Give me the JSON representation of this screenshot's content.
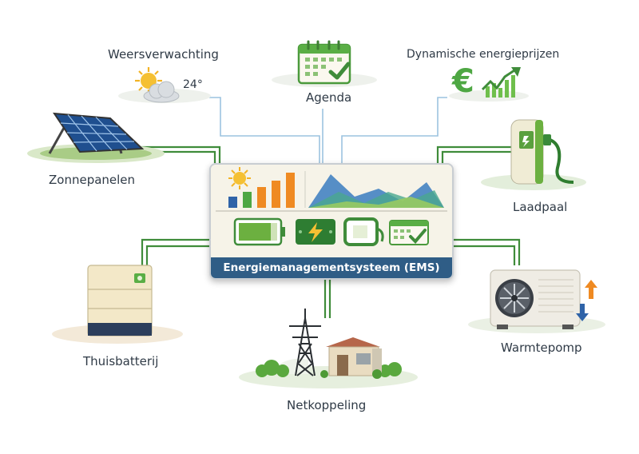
{
  "labels": {
    "weather": "Weersverwachting",
    "temperature": "24°",
    "agenda": "Agenda",
    "prices": "Dynamische energieprijzen",
    "solar": "Zonnepanelen",
    "charger": "Laadpaal",
    "battery": "Thuisbatterij",
    "heatpump": "Warmtepomp",
    "grid": "Netkoppeling",
    "euro": "€"
  },
  "ems": {
    "title": "Energiemanagementsysteem (EMS)"
  },
  "colors": {
    "line_green": "#3f8c3a",
    "line_blue": "#9cc3df",
    "ems_bar": "#2f5d86",
    "bar_orange": "#ef8a22",
    "bar_blue": "#2f63a8",
    "bar_green": "#4ea743",
    "battery_navy": "#2c3e5c"
  },
  "icons": [
    "sun-icon",
    "cloud-icon",
    "calendar-check-icon",
    "euro-icon",
    "solar-panel-icon",
    "ev-charger-icon",
    "home-battery-icon",
    "heat-pump-icon",
    "power-pylon-icon",
    "house-icon",
    "lightning-icon"
  ]
}
